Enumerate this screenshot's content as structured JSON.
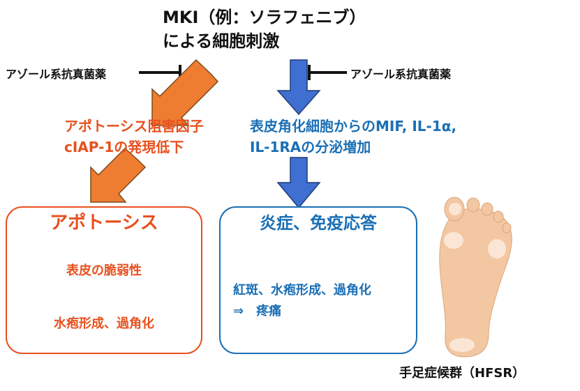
{
  "title": {
    "line1": "MKI（例：ソラフェニブ）",
    "line2": "による細胞刺激"
  },
  "inhibitor_left": "アゾール系抗真菌薬",
  "inhibitor_right": "アゾール系抗真菌薬",
  "apoptosis_inhibitor": {
    "line1": "アポトーシス阻害因子",
    "line2": "cIAP-1の発現低下"
  },
  "cytokine": {
    "line1": "表皮角化細胞からのMIF, IL-1α,",
    "line2": "IL-1RAの分泌増加"
  },
  "left_box": {
    "heading": "アポトーシス",
    "step1": "表皮の脆弱性",
    "step2": "水疱形成、過角化"
  },
  "right_box": {
    "heading": "炎症、免疫応答",
    "step1": "紅斑、水疱形成、過角化",
    "step2": "⇒　疼痛"
  },
  "foot_caption": "手足症候群（HFSR）",
  "colors": {
    "orange": "#e8501e",
    "blue": "#1a6fb5",
    "orange_arrow": "#ef7d31",
    "blue_arrow": "#3f6fd0"
  }
}
